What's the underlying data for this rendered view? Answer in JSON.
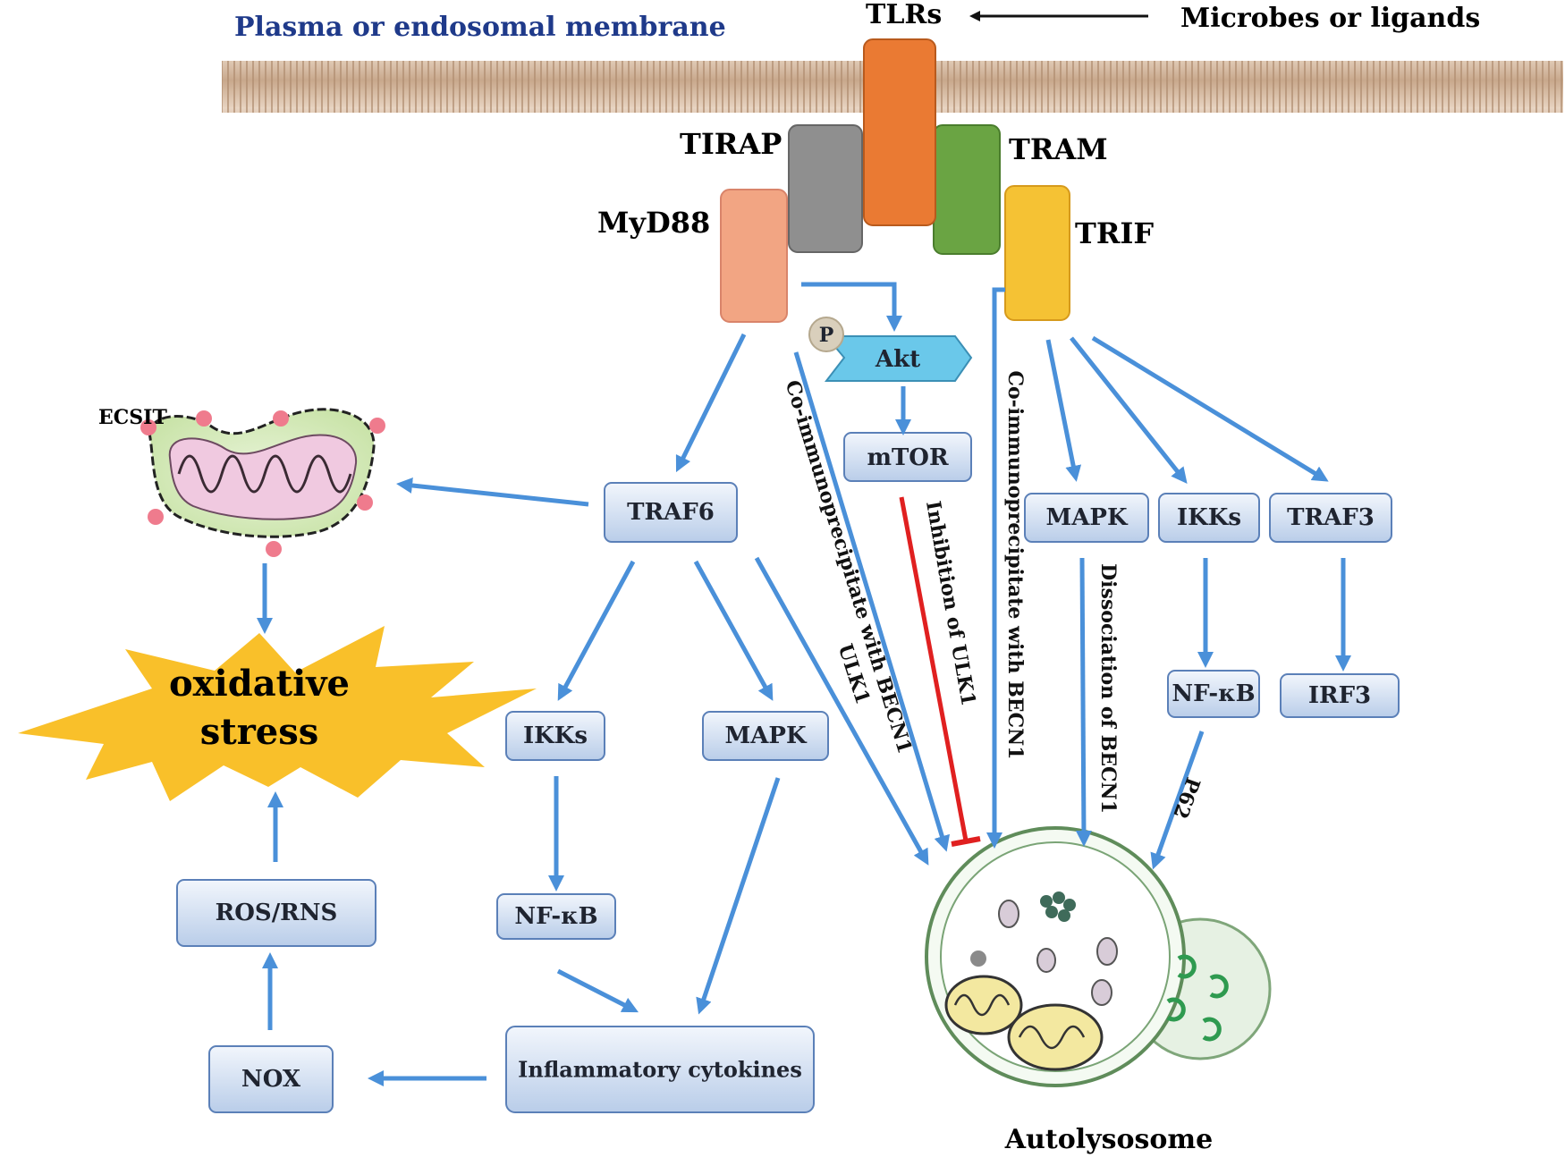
{
  "membrane_label": "Plasma or endosomal membrane",
  "tlrs": "TLRs",
  "microbes": "Microbes or ligands",
  "adaptors": {
    "tirap": "TIRAP",
    "tram": "TRAM",
    "myd88": "MyD88",
    "trif": "TRIF"
  },
  "akt": {
    "phospho": "P",
    "label": "Akt"
  },
  "nodes": {
    "mtor": "mTOR",
    "traf6": "TRAF6",
    "ikks_left": "IKKs",
    "mapk_left": "MAPK",
    "nfkb_left": "NF-κB",
    "inflammatory": "Inflammatory cytokines",
    "nox": "NOX",
    "rosrns": "ROS/RNS",
    "mapk_right": "MAPK",
    "ikks_right": "IKKs",
    "traf3": "TRAF3",
    "nfkb_right": "NF-κB",
    "irf3": "IRF3"
  },
  "ecsit": "ECSIT",
  "oxidative_stress": [
    "oxidative",
    "stress"
  ],
  "edge_labels": {
    "ulk1": "ULK1",
    "co_immuno_myd88": "Co-immunoprecipitate with BECN1",
    "inhibition_ulk1": "Inhibition  of ULK1",
    "co_immuno_trif": "Co-immunoprecipitate with BECN1",
    "dissociation": "Dissociation of BECN1",
    "p62": "P62"
  },
  "autolysosome": "Autolysosome",
  "colors": {
    "tlr": "#ea7a33",
    "tirap": "#8f8f8f",
    "tram": "#6aa443",
    "myd88": "#f2a583",
    "trif": "#f5c234",
    "akt": "#6ac8ea",
    "arrow": "#4a90d9",
    "inhibition": "#e02020",
    "burst": "#f9c02a",
    "membrane_label": "#1f3a8a"
  }
}
